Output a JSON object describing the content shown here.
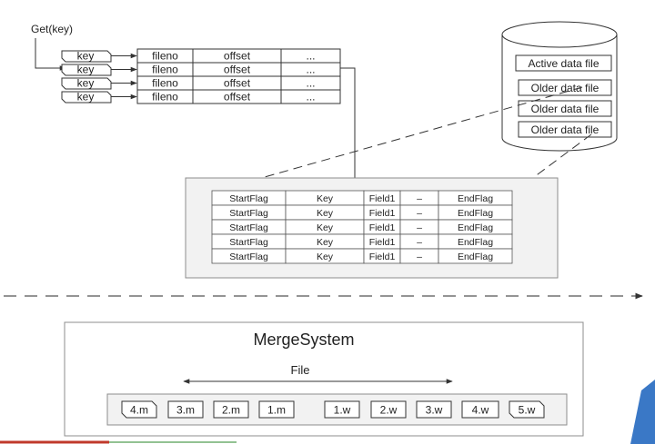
{
  "lookup": {
    "get_label": "Get(key)",
    "key_label": "key",
    "columns": [
      "fileno",
      "offset",
      "..."
    ],
    "rows": 4
  },
  "datastore": {
    "active_file": "Active data file",
    "older_file": "Older data file"
  },
  "record_table": {
    "columns": [
      "StartFlag",
      "Key",
      "Field1",
      "–",
      "EndFlag"
    ],
    "rows": 5
  },
  "merge": {
    "title": "MergeSystem",
    "file_label": "File",
    "items": [
      "4.m",
      "3.m",
      "2.m",
      "1.m",
      "1.w",
      "2.w",
      "3.w",
      "4.w",
      "5.w"
    ]
  },
  "colors": {
    "stroke": "#333333",
    "panel_fill": "#f2f2f2",
    "panel_stroke": "#8c8c8c",
    "accent_blue": "#3a78c6",
    "accent_red": "#c0392b",
    "accent_green": "#4a9a4a"
  }
}
